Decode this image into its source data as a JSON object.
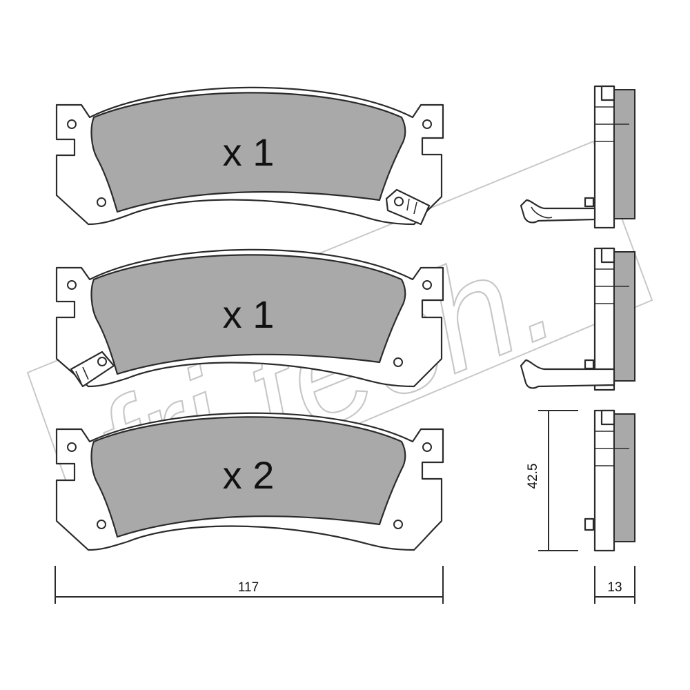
{
  "pads": [
    {
      "quantity_label": "x 1",
      "sensor": "right"
    },
    {
      "quantity_label": "x 1",
      "sensor": "left"
    },
    {
      "quantity_label": "x 2",
      "sensor": "none"
    }
  ],
  "dimensions": {
    "width_mm": "117",
    "height_mm": "42.5",
    "thickness_mm": "13"
  },
  "watermark": {
    "text": "fri.tech.",
    "color": "#9a9a9a"
  },
  "colors": {
    "friction_material": "#a9a9a9",
    "outline": "#2b2b2b",
    "backing_plate": "#ffffff"
  }
}
